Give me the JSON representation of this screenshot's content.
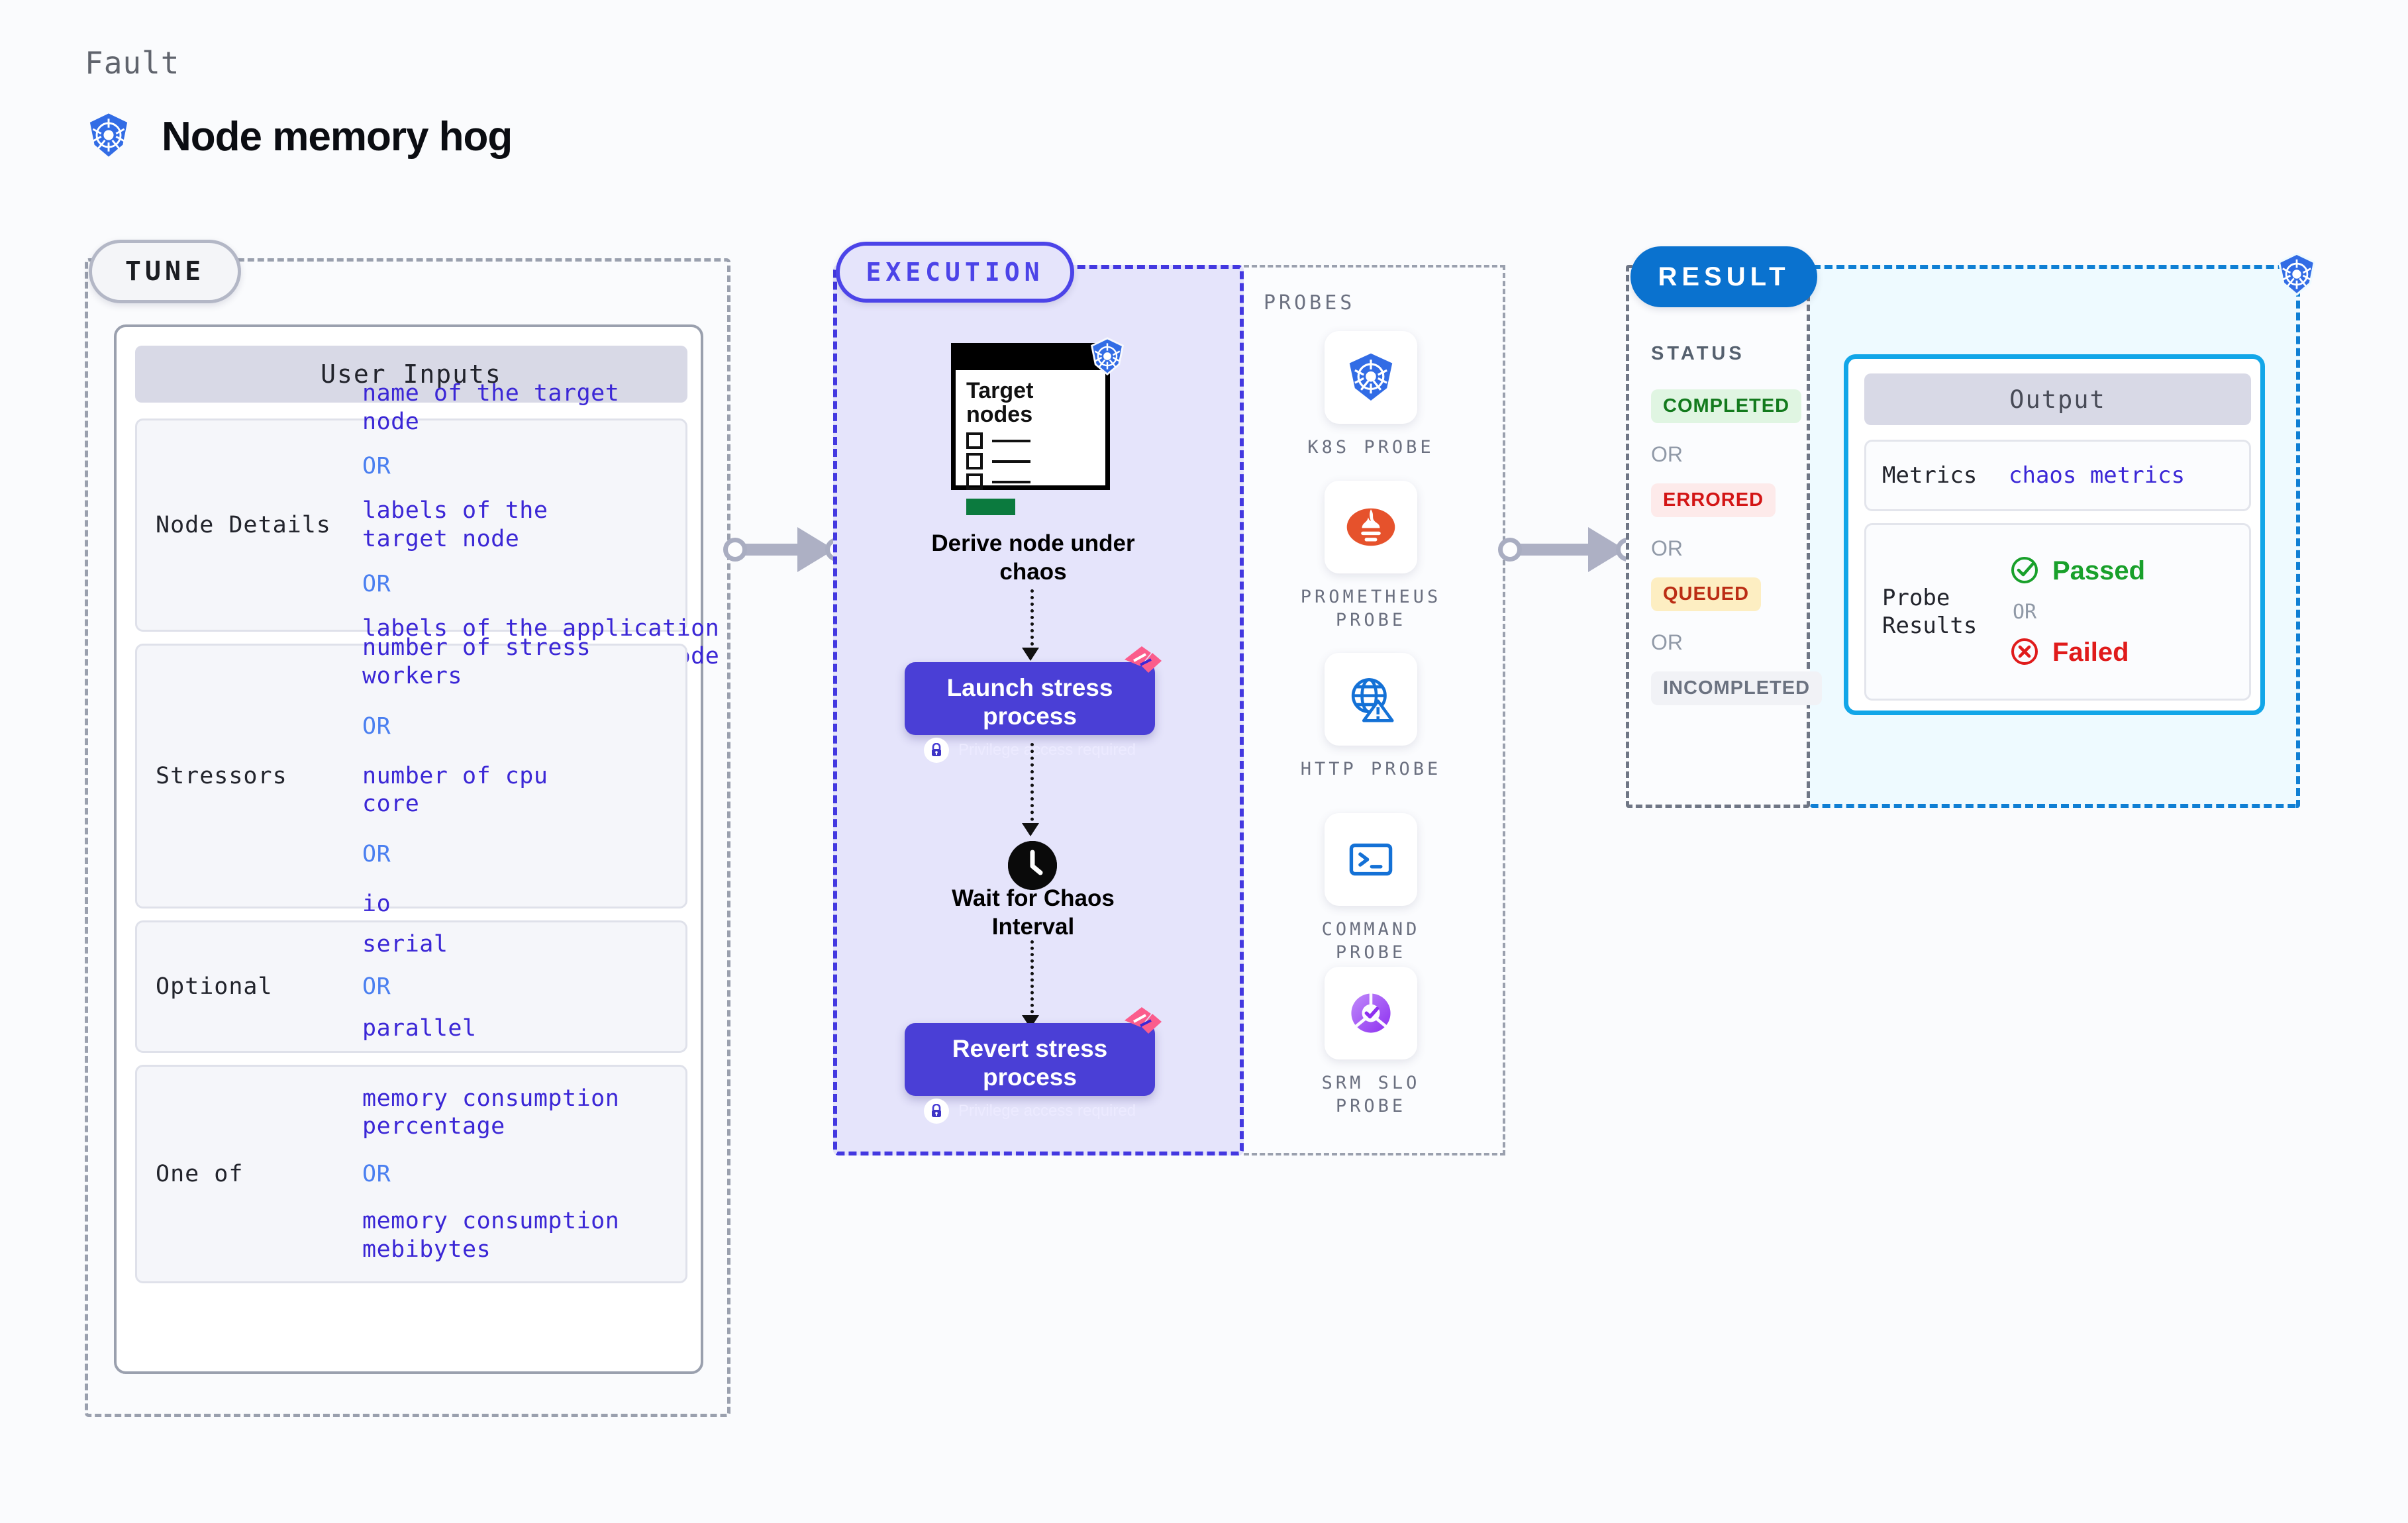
{
  "header": {
    "kicker": "Fault",
    "title": "Node memory hog",
    "icon": "kubernetes-icon"
  },
  "tune": {
    "badge": "TUNE",
    "card_title": "User Inputs",
    "rows": [
      {
        "label": "Node Details",
        "values": [
          "name of the target\nnode",
          "labels of the\ntarget node",
          "labels of the application\n scheduled on target node"
        ],
        "separator": "OR"
      },
      {
        "label": "Stressors",
        "values": [
          "number of stress\nworkers",
          "number of cpu\ncore",
          "io"
        ],
        "separator": "OR"
      },
      {
        "label": "Optional",
        "values": [
          "serial",
          "parallel"
        ],
        "separator": "OR"
      },
      {
        "label": "One of",
        "values": [
          "memory consumption\npercentage",
          "memory consumption\nmebibytes"
        ],
        "separator": "OR"
      }
    ]
  },
  "execution": {
    "badge": "EXECUTION",
    "target_card": {
      "title": "Target\nnodes",
      "icon": "kubernetes-icon"
    },
    "steps": [
      {
        "caption": "Derive node under\nchaos"
      },
      {
        "title": "Launch stress\nprocess",
        "privilege": "Privilege access required",
        "icon": "lock-icon"
      },
      {
        "caption": "Wait for Chaos\nInterval",
        "icon": "clock-icon"
      },
      {
        "title": "Revert stress\nprocess",
        "privilege": "Privilege access required",
        "icon": "lock-icon"
      }
    ]
  },
  "probes": {
    "title": "PROBES",
    "items": [
      {
        "label": "K8S  PROBE",
        "icon": "kubernetes-icon"
      },
      {
        "label": "PROMETHEUS\nPROBE",
        "icon": "prometheus-icon"
      },
      {
        "label": "HTTP  PROBE",
        "icon": "globe-warning-icon"
      },
      {
        "label": "COMMAND\nPROBE",
        "icon": "terminal-icon"
      },
      {
        "label": "SRM  SLO\nPROBE",
        "icon": "srm-slo-icon"
      }
    ]
  },
  "result": {
    "badge": "RESULT",
    "status_title": "STATUS",
    "separator": "OR",
    "statuses": [
      {
        "label": "COMPLETED",
        "bg": "#e0f5e2",
        "fg": "#137a1d"
      },
      {
        "label": "ERRORED",
        "bg": "#fdeaea",
        "fg": "#d31515"
      },
      {
        "label": "QUEUED",
        "bg": "#fdeec2",
        "fg": "#bb2d14"
      },
      {
        "label": "INCOMPLETED",
        "bg": "#f1f2f6",
        "fg": "#6b7280"
      }
    ],
    "output": {
      "title": "Output",
      "rows": [
        {
          "label": "Metrics",
          "value": "chaos metrics"
        },
        {
          "label": "Probe\nResults",
          "passed": "Passed",
          "separator": "OR",
          "failed": "Failed",
          "passed_icon": "check-circle-icon",
          "failed_icon": "x-circle-icon"
        }
      ]
    },
    "corner_icon": "kubernetes-icon"
  },
  "colors": {
    "accent_purple": "#4a3fd6",
    "accent_blue": "#0a72cf",
    "accent_cyan": "#12a6e8",
    "value_text": "#3b27d6",
    "or_text": "#4a7ff0",
    "pass_green": "#19a02b",
    "fail_red": "#e01b1b",
    "ribbon_pink": "#fb5c8c"
  }
}
